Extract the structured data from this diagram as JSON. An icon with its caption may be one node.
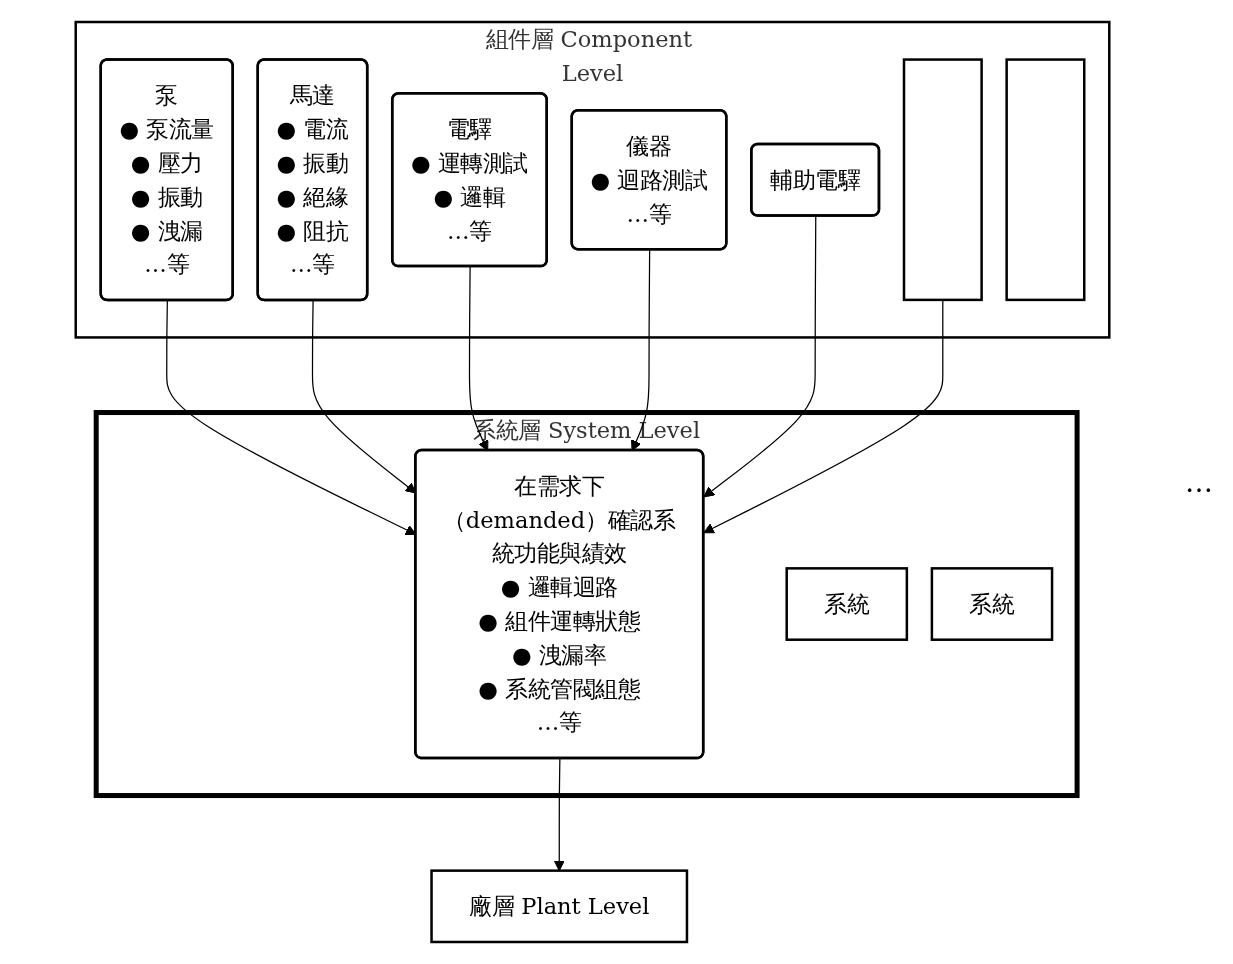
{
  "diagram": {
    "nodes": [
      {
        "text": [
          "組件層",
          "Component Level"
        ]
      },
      {
        "text": [
          "泵",
          "● 泵流量",
          "● 壓力",
          "● 振動",
          "● 洩漏",
          "…等"
        ],
        "in": 0
      },
      {
        "text": [
          "馬達",
          "● 電流",
          "● 振動",
          "● 絕緣",
          "● 阻抗",
          "…等"
        ],
        "in": 0
      },
      {
        "text": [
          "電驛",
          "● 運轉測試",
          "● 邏輯",
          "…等"
        ],
        "in": 0
      },
      {
        "text": [
          "儀器",
          "● 迴路測試",
          "…等"
        ],
        "in": 0
      },
      {
        "text": [
          "輔助電驛"
        ],
        "in": 0
      },
      {
        "text": [],
        "shape": "bar",
        "in": 0
      },
      {
        "text": [],
        "shape": "bar",
        "in": 0
      },
      {
        "text": [
          "系統層",
          "System Level"
        ]
      },
      {
        "text": [
          "在需求下（demanded）確認系統功能與績效",
          "● 邏輯迴路",
          "● 組件運轉狀態",
          "● 洩漏率",
          "● 系統管閥組態",
          "…等"
        ],
        "in": 8
      },
      {
        "text": [
          "系統"
        ],
        "in": 8
      },
      {
        "text": [
          "系統"
        ],
        "in": 8
      },
      {
        "text": [
          "廠層 Plant Level"
        ]
      }
    ],
    "edges": [
      {
        "from": 1,
        "to": 9,
        "arrow": "to"
      },
      {
        "from": 2,
        "to": 9,
        "arrow": "to"
      },
      {
        "from": 3,
        "to": 9,
        "arrow": "to"
      },
      {
        "from": 4,
        "to": 9,
        "arrow": "to"
      },
      {
        "from": 5,
        "to": 9,
        "arrow": "to"
      },
      {
        "from": 6,
        "to": 9,
        "arrow": "to"
      },
      {
        "from": 9,
        "to": 12,
        "arrow": "to"
      }
    ],
    "labels": [
      "…"
    ]
  }
}
